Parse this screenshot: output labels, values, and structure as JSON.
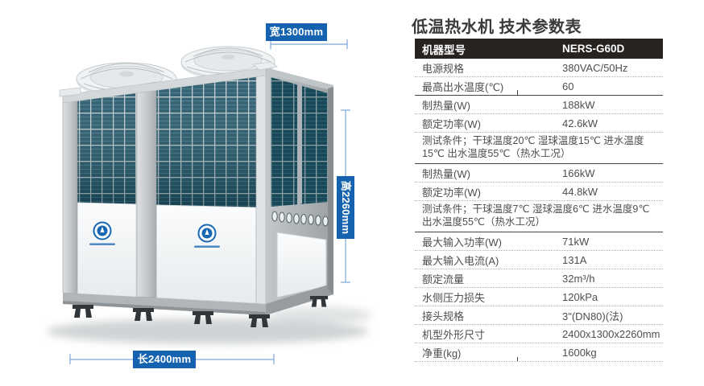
{
  "illustration": {
    "dimensions": {
      "width": "宽1300mm",
      "height": "高2260mm",
      "length": "长2400mm"
    },
    "accent_blue": "#1563b0",
    "line_blue": "#7fa8d7"
  },
  "table": {
    "title": "低温热水机 技术参数表",
    "header": {
      "label": "机器型号",
      "value": "NERS-G60D"
    },
    "rows": [
      {
        "kind": "pair",
        "label": "电源规格",
        "value": "380VAC/50Hz",
        "sep": "dotted"
      },
      {
        "kind": "pair",
        "label": "最高出水温度(℃)",
        "value": "60",
        "sep": "solid"
      },
      {
        "kind": "pair",
        "label": "制热量(W)",
        "value": "188kW",
        "sep": "dotted"
      },
      {
        "kind": "pair",
        "label": "额定功率(W)",
        "value": "42.6kW",
        "sep": "dotted"
      },
      {
        "kind": "note",
        "text": "测试条件；干球温度20℃ 湿球温度15℃ 进水温度15℃ 出水温度55℃（热水工况）",
        "sep": "solid"
      },
      {
        "kind": "pair",
        "label": "制热量(W)",
        "value": "166kW",
        "sep": "dotted"
      },
      {
        "kind": "pair",
        "label": "额定功率(W)",
        "value": "44.8kW",
        "sep": "dotted"
      },
      {
        "kind": "note",
        "text": "测试条件；干球温度7℃ 湿球温度6℃ 进水温度9℃ 出水温度55℃（热水工况）",
        "sep": "solid"
      },
      {
        "kind": "pair",
        "label": "最大输入功率(W)",
        "value": "71kW",
        "sep": "dotted"
      },
      {
        "kind": "pair",
        "label": "最大输入电流(A)",
        "value": "131A",
        "sep": "dotted"
      },
      {
        "kind": "pair",
        "label": "额定流量",
        "value": "32m³/h",
        "sep": "dotted"
      },
      {
        "kind": "pair",
        "label": "水侧压力损失",
        "value": "120kPa",
        "sep": "dotted"
      },
      {
        "kind": "pair",
        "label": "接头规格",
        "value": "3\"(DN80)(法)",
        "sep": "dotted"
      },
      {
        "kind": "pair",
        "label": "机型外形尺寸",
        "value": "2400x1300x2260mm",
        "sep": "dotted"
      },
      {
        "kind": "pair",
        "label": "净重(kg)",
        "value": "1600kg",
        "sep": "dotted"
      }
    ]
  }
}
